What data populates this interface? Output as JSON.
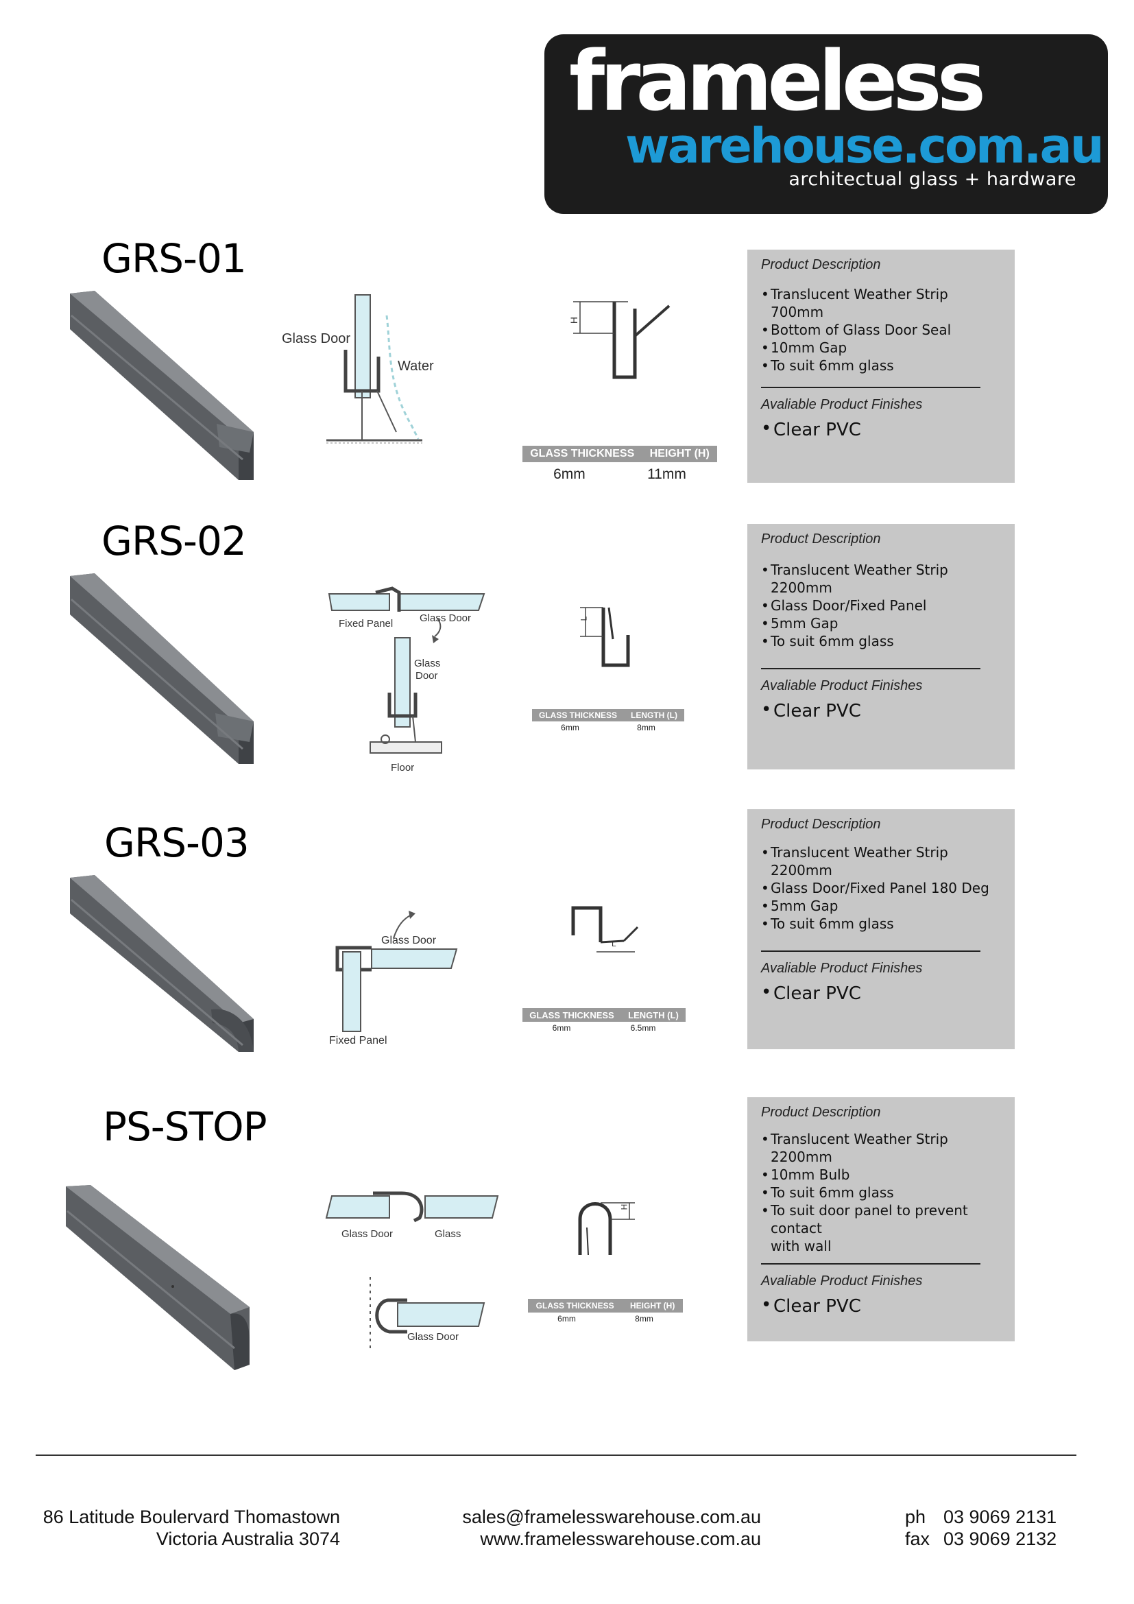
{
  "logo": {
    "brand_top": "frameless",
    "brand_bottom": "warehouse.com.au",
    "tagline": "architectual glass + hardware",
    "colors": {
      "background": "#1c1c1c",
      "white": "#ffffff",
      "blue": "#1d9ad6"
    }
  },
  "labels": {
    "product_description": "Product Description",
    "available_finishes": "Avaliable Product Finishes"
  },
  "products": [
    {
      "code": "GRS-01",
      "features": [
        "Translucent Weather Strip 700mm",
        "Bottom of Glass Door Seal",
        "10mm Gap",
        "To suit 6mm glass"
      ],
      "finish": "Clear PVC",
      "diagram_labels": [
        "Glass Door",
        "Water"
      ],
      "dimension_symbol": "H",
      "spec": {
        "col1": "GLASS THICKNESS",
        "col2": "HEIGHT (H)",
        "val1": "6mm",
        "val2": "11mm"
      }
    },
    {
      "code": "GRS-02",
      "features": [
        "Translucent Weather Strip 2200mm",
        "Glass Door/Fixed Panel",
        "5mm Gap",
        "To suit 6mm glass"
      ],
      "finish": "Clear PVC",
      "diagram_labels": [
        "Fixed Panel",
        "Glass Door",
        "Glass",
        "Door",
        "Floor"
      ],
      "dimension_symbol": "L",
      "spec": {
        "col1": "GLASS THICKNESS",
        "col2": "LENGTH (L)",
        "val1": "6mm",
        "val2": "8mm"
      }
    },
    {
      "code": "GRS-03",
      "features": [
        "Translucent Weather Strip 2200mm",
        "Glass Door/Fixed Panel 180 Deg",
        "5mm Gap",
        "To suit 6mm glass"
      ],
      "finish": "Clear PVC",
      "diagram_labels": [
        "Glass Door",
        "Fixed Panel"
      ],
      "dimension_symbol": "L",
      "spec": {
        "col1": "GLASS THICKNESS",
        "col2": "LENGTH (L)",
        "val1": "6mm",
        "val2": "6.5mm"
      }
    },
    {
      "code": "PS-STOP",
      "features": [
        "Translucent Weather Strip 2200mm",
        "10mm Bulb",
        "To suit 6mm glass",
        "To suit door panel to prevent contact",
        "with wall"
      ],
      "finish": "Clear PVC",
      "diagram_labels": [
        "Glass Door",
        "Glass",
        "Glass Door"
      ],
      "dimension_symbol": "H",
      "spec": {
        "col1": "GLASS THICKNESS",
        "col2": "HEIGHT (H)",
        "val1": "6mm",
        "val2": "8mm"
      }
    }
  ],
  "footer": {
    "address_line1": "86 Latitude Boulervard Thomastown",
    "address_line2": "Victoria Australia 3074",
    "email": "sales@framelesswarehouse.com.au",
    "website": "www.framelesswarehouse.com.au",
    "phone_label": "ph",
    "phone": "03 9069 2131",
    "fax_label": "fax",
    "fax": "03 9069 2132"
  }
}
